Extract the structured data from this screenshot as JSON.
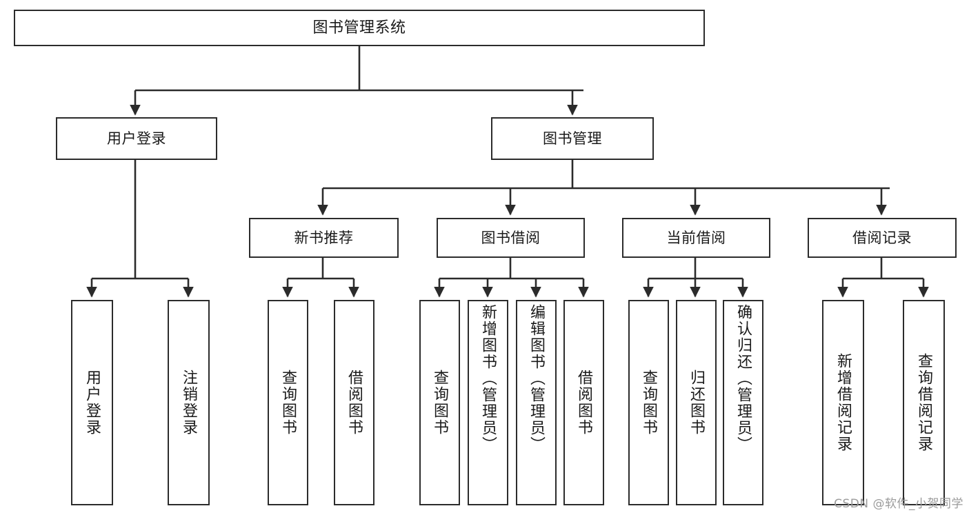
{
  "diagram": {
    "type": "tree-hierarchy",
    "title": "图书管理系统",
    "watermark": "CSDN @软件_小贺同学",
    "colors": {
      "box_border": "#2b2b2b",
      "box_fill": "#ffffff",
      "connector": "#2b2b2b",
      "text": "#1a1a1a",
      "watermark": "#9b9b9b"
    },
    "nodes": {
      "root": {
        "label": "图书管理系统"
      },
      "level2": [
        {
          "label": "用户登录"
        },
        {
          "label": "图书管理"
        }
      ],
      "level3": [
        {
          "label": "新书推荐"
        },
        {
          "label": "图书借阅"
        },
        {
          "label": "当前借阅"
        },
        {
          "label": "借阅记录"
        }
      ],
      "leaves": {
        "user_login": [
          {
            "label": "用户登录"
          },
          {
            "label": "注销登录"
          }
        ],
        "new_book": [
          {
            "label": "查询图书"
          },
          {
            "label": "借阅图书"
          }
        ],
        "borrow_book": [
          {
            "label": "查询图书"
          },
          {
            "label": "新增图书（管理员）"
          },
          {
            "label": "编辑图书（管理员）"
          },
          {
            "label": "借阅图书"
          }
        ],
        "current_borrow": [
          {
            "label": "查询图书"
          },
          {
            "label": "归还图书"
          },
          {
            "label": "确认归还（管理员）"
          }
        ],
        "borrow_record": [
          {
            "label": "新增借阅记录"
          },
          {
            "label": "查询借阅记录"
          }
        ]
      }
    }
  }
}
